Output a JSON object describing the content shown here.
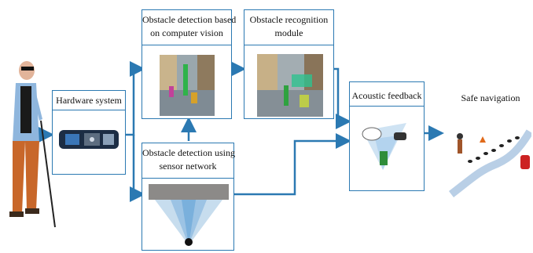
{
  "stages": {
    "hardware": {
      "label": "Hardware system"
    },
    "vision": {
      "line1": "Obstacle detection based",
      "line2": "on computer vision"
    },
    "recognition": {
      "line1": "Obstacle recognition",
      "line2": "module"
    },
    "sensor": {
      "line1": "Obstacle detection using",
      "line2": "sensor network"
    },
    "acoustic": {
      "label": "Acoustic feedback"
    },
    "safe": {
      "label": "Safe navigation"
    }
  },
  "colors": {
    "arrow": "#2b79b2",
    "box_border": "#2b79b2"
  }
}
